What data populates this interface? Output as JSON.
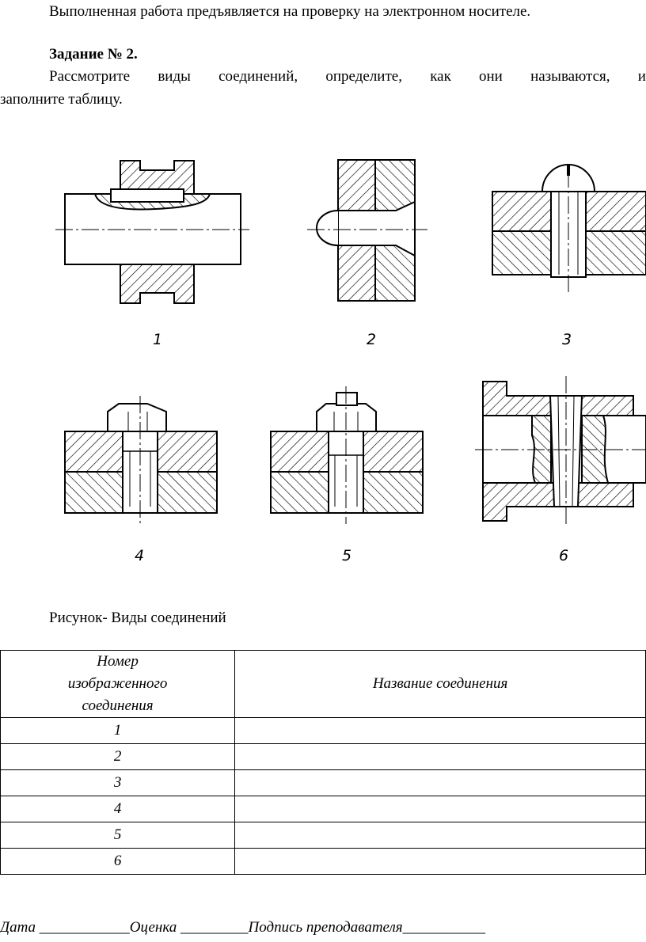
{
  "page": {
    "line_top": "Выполненная работа предъявляется на проверку на электронном носителе.",
    "task_title": "Задание № 2.",
    "task_text_words": [
      "Рассмотрите",
      "виды",
      "соединений,",
      "определите,",
      "как",
      "они",
      "называются,",
      "и"
    ],
    "task_text_line2": "заполните таблицу."
  },
  "figure": {
    "labels": [
      "1",
      "2",
      "3",
      "4",
      "5",
      "6"
    ],
    "caption": "Рисунок- Виды соединений"
  },
  "table": {
    "col1_header": [
      "Номер",
      "изображенного",
      "соединения"
    ],
    "col2_header": "Название соединения",
    "rows": [
      "1",
      "2",
      "3",
      "4",
      "5",
      "6"
    ]
  },
  "footer": {
    "signature_line": "Дата ____________Оценка _________Подпись преподавателя___________"
  }
}
